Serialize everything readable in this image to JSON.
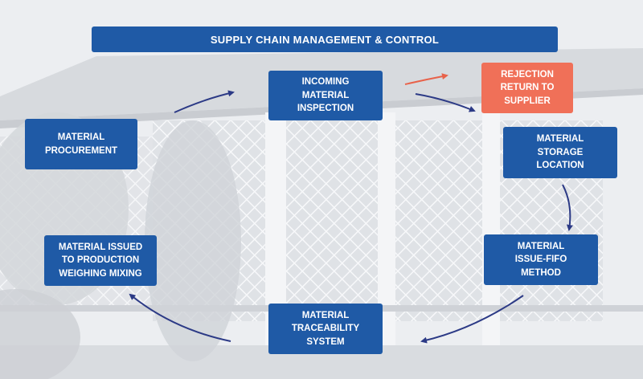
{
  "title": "SUPPLY CHAIN MANAGEMENT & CONTROL",
  "nodes": {
    "incoming": [
      "INCOMING",
      "MATERIAL",
      "INSPECTION"
    ],
    "rejection": [
      "REJECTION",
      "RETURN TO",
      "SUPPLIER"
    ],
    "storage": [
      "MATERIAL",
      "STORAGE",
      "LOCATION"
    ],
    "issue_fifo": [
      "MATERIAL",
      "ISSUE-FIFO",
      "METHOD"
    ],
    "traceability": [
      "MATERIAL",
      "TRACEABILITY",
      "SYSTEM"
    ],
    "issued_production": [
      "MATERIAL ISSUED",
      "TO PRODUCTION",
      "WEIGHING MIXING"
    ],
    "procurement": [
      "MATERIAL",
      "PROCUREMENT"
    ]
  },
  "colors": {
    "node_blue": "#1f5aa6",
    "reject_orange": "#f07058",
    "arrow_navy": "#2c3a86",
    "arrow_orange": "#e8624a"
  }
}
